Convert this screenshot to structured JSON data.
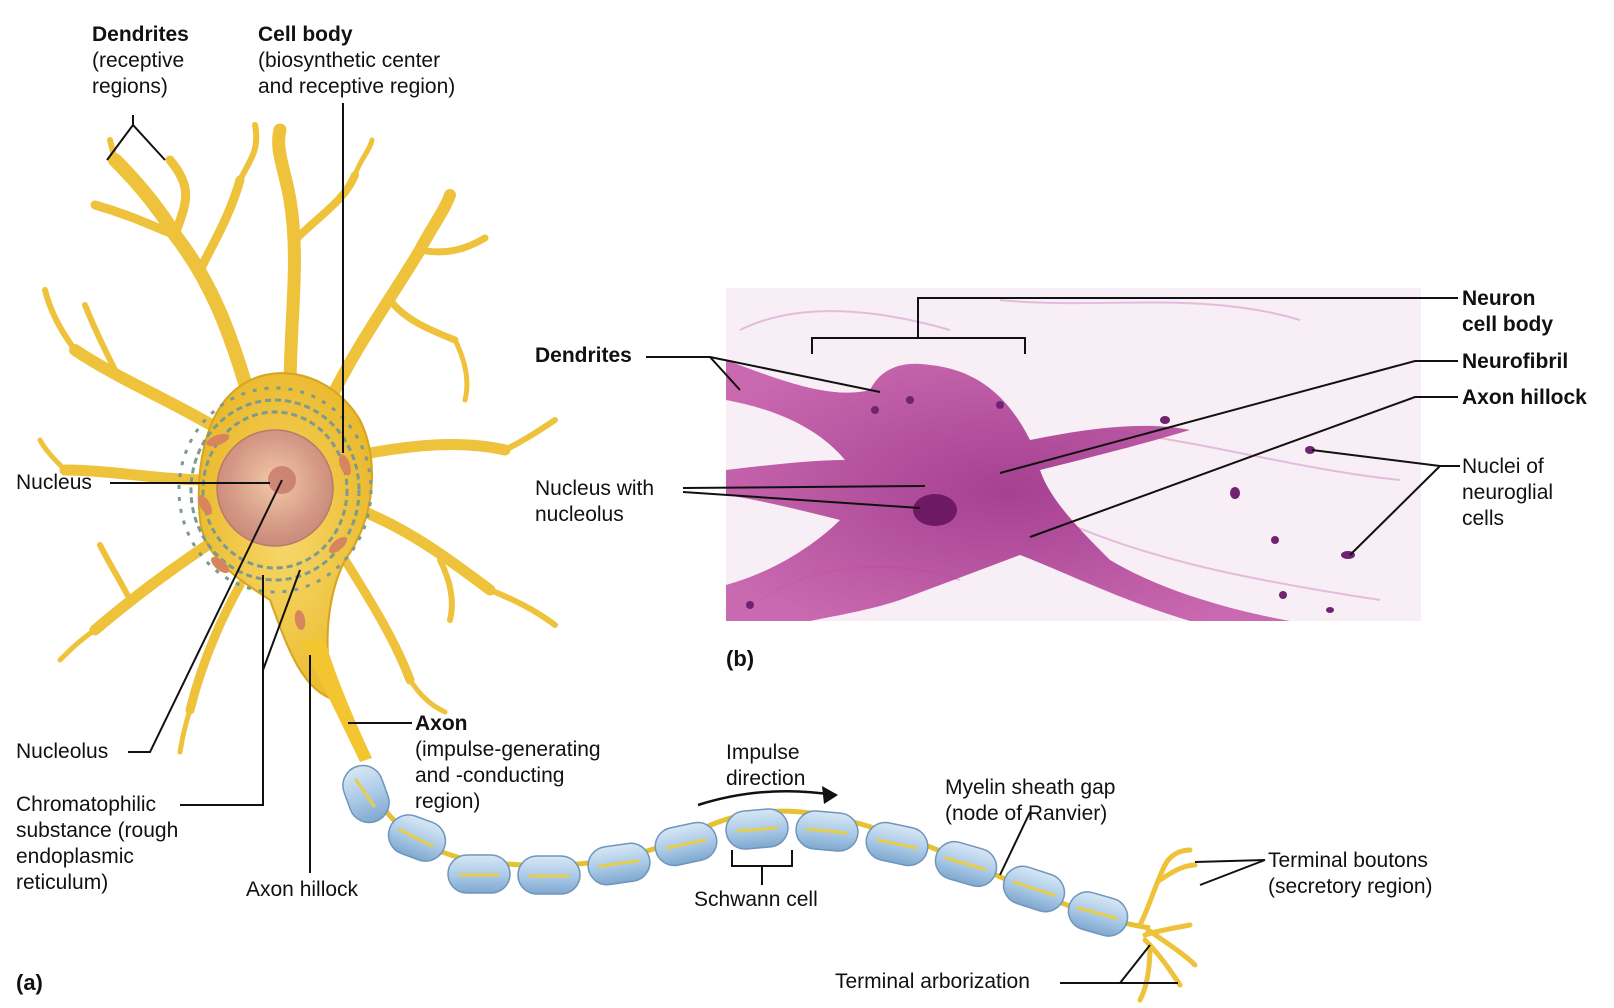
{
  "panels": {
    "a": "(a)",
    "b": "(b)"
  },
  "labels_a": {
    "dendrites_title": "Dendrites",
    "dendrites_sub1": "(receptive",
    "dendrites_sub2": "regions)",
    "cellbody_title": "Cell body",
    "cellbody_sub1": "(biosynthetic center",
    "cellbody_sub2": "and receptive region)",
    "nucleus": "Nucleus",
    "nucleolus": "Nucleolus",
    "chromatophilic_1": "Chromatophilic",
    "chromatophilic_2": "substance (rough",
    "chromatophilic_3": "endoplasmic",
    "chromatophilic_4": "reticulum)",
    "axon_hillock": "Axon hillock",
    "axon_title": "Axon",
    "axon_sub1": "(impulse-generating",
    "axon_sub2": "and -conducting",
    "axon_sub3": "region)",
    "impulse_1": "Impulse",
    "impulse_2": "direction",
    "schwann": "Schwann cell",
    "myelin_1": "Myelin sheath gap",
    "myelin_2": "(node of Ranvier)",
    "terminal_boutons_1": "Terminal boutons",
    "terminal_boutons_2": "(secretory region)",
    "terminal_arborization": "Terminal arborization"
  },
  "labels_b": {
    "dendrites": "Dendrites",
    "nucleus_1": "Nucleus with",
    "nucleus_2": "nucleolus",
    "neuron_cb_1": "Neuron",
    "neuron_cb_2": "cell body",
    "neurofibril": "Neurofibril",
    "axon_hillock": "Axon hillock",
    "nuclei_glia_1": "Nuclei of",
    "nuclei_glia_2": "neuroglial",
    "nuclei_glia_3": "cells"
  },
  "colors": {
    "neuron_fill": "#f2c531",
    "neuron_stroke": "#c99a12",
    "nucleus": "#d9a089",
    "myelin": "#a9c9e6",
    "stain": "#b8439b",
    "leader": "#111111"
  }
}
